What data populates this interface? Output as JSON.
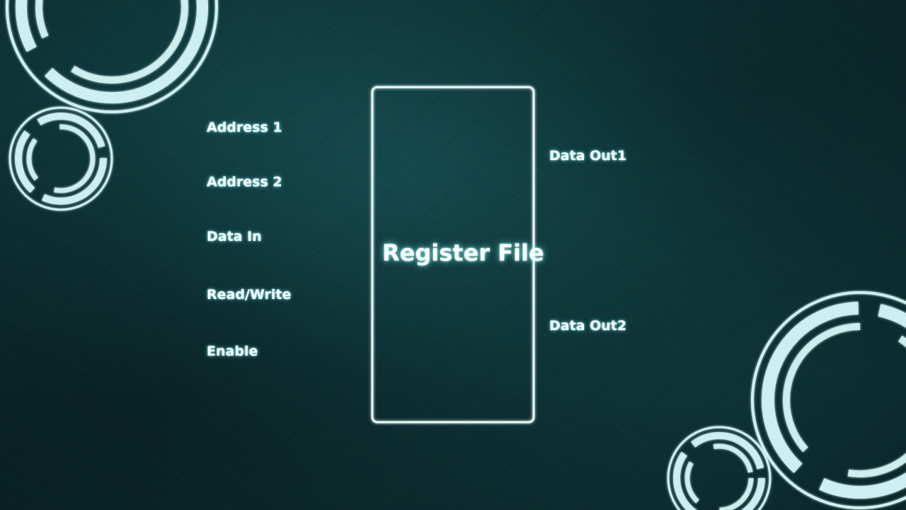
{
  "diagram": {
    "block_label": "Register File",
    "inputs": [
      {
        "label": "Address 1"
      },
      {
        "label": "Address 2"
      },
      {
        "label": "Data In"
      },
      {
        "label": "Read/Write"
      },
      {
        "label": "Enable"
      }
    ],
    "outputs": [
      {
        "label": "Data Out1"
      },
      {
        "label": "Data Out2"
      }
    ]
  },
  "colors": {
    "line": "#e9fbfb",
    "ring": "#cfeff1",
    "background": "#0d3236"
  },
  "decorations": {
    "ring_icons": [
      "ring-top-left",
      "ring-small-left",
      "ring-large-bottom-right",
      "ring-small-bottom-right"
    ]
  }
}
